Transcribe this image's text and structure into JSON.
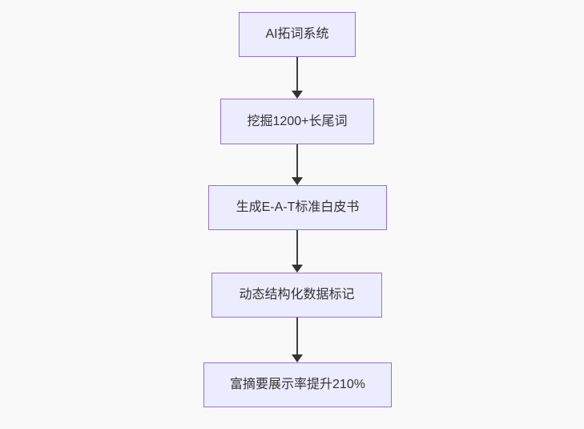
{
  "flowchart": {
    "type": "flowchart-top-down",
    "background_color": "#f9f9f9",
    "node_fill_color": "#ECECFF",
    "node_border_color": "#9370DB",
    "arrow_color": "#333333",
    "text_color": "#333333",
    "nodes": [
      {
        "label": "AI拓词系统"
      },
      {
        "label": "挖掘1200+长尾词"
      },
      {
        "label": "生成E-A-T标准白皮书"
      },
      {
        "label": "动态结构化数据标记"
      },
      {
        "label": "富摘要展示率提升210%"
      }
    ],
    "edges": [
      {
        "from": "AI拓词系统",
        "to": "挖掘1200+长尾词",
        "style": "arrow-down"
      },
      {
        "from": "挖掘1200+长尾词",
        "to": "生成E-A-T标准白皮书",
        "style": "arrow-down"
      },
      {
        "from": "生成E-A-T标准白皮书",
        "to": "动态结构化数据标记",
        "style": "arrow-down"
      },
      {
        "from": "动态结构化数据标记",
        "to": "富摘要展示率提升210%",
        "style": "arrow-down"
      }
    ]
  }
}
